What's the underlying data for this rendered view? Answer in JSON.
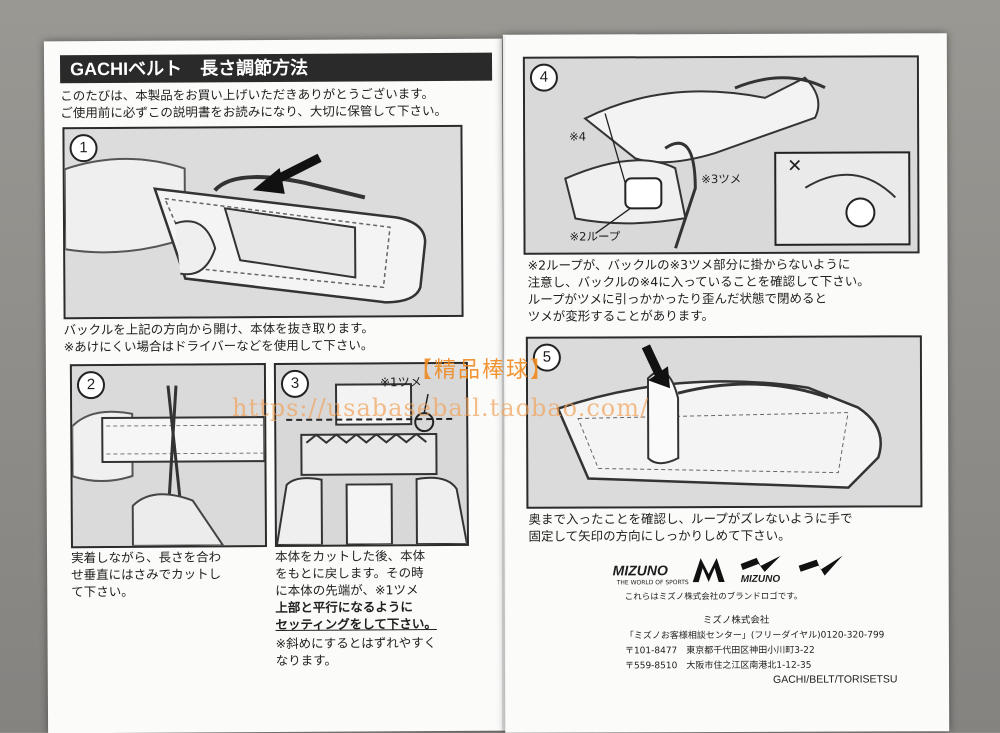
{
  "left_page": {
    "title_latin": "GACHI",
    "title_jp": "ベルト　長さ調節方法",
    "intro": [
      "このたびは、本製品をお買い上げいただきありがとうございます。",
      "ご使用前に必ずこの説明書をお読みになり、大切に保管して下さい。"
    ],
    "step1": {
      "num": "1",
      "lines": [
        "バックルを上記の方向から開け、本体を抜き取ります。",
        "※あけにくい場合はドライバーなどを使用して下さい。"
      ]
    },
    "step2": {
      "num": "2",
      "lines": [
        "実着しながら、長さを合わ",
        "せ垂直にはさみでカットし",
        "て下さい。"
      ]
    },
    "step3": {
      "num": "3",
      "callout": "※1ツメ",
      "lines": [
        "本体をカットした後、本体",
        "をもとに戻します。その時",
        "に本体の先端が、※1ツメ"
      ],
      "lines_bold": [
        "上部と平行になるように",
        "セッティングをして下さい。"
      ],
      "note": [
        "※斜めにするとはずれやすく",
        "なります。"
      ]
    }
  },
  "right_page": {
    "step4": {
      "num": "4",
      "label_4": "※4",
      "label_3": "※3ツメ",
      "label_2": "※2ループ",
      "bad_mark": "✕",
      "lines": [
        "※2ループが、バックルの※3ツメ部分に掛からないように",
        "注意し、バックルの※4に入っていることを確認して下さい。",
        "ループがツメに引っかかったり歪んだ状態で閉めると",
        "ツメが変形することがあります。"
      ]
    },
    "step5": {
      "num": "5",
      "lines": [
        "奥まで入ったことを確認し、ループがズレないように手で",
        "固定して矢印の方向にしっかりしめて下さい。"
      ]
    },
    "logos": {
      "mizuno_wordmark": "MIZUNO",
      "mizuno_tagline": "THE WORLD OF SPORTS",
      "mizuno_small": "MIZUNO"
    },
    "brand_note": "これらはミズノ株式会社のブランドロゴです。",
    "company": "ミズノ株式会社",
    "contact": [
      "「ミズノお客様相談センター」(フリーダイヤル)0120-320-799",
      "〒101-8477　東京都千代田区神田小川町3-22",
      "〒559-8510　大阪市住之江区南港北1-12-35"
    ],
    "doc_code": "GACHI/BELT/TORISETSU"
  },
  "watermark": {
    "shop": "【精品棒球】",
    "url": "https://usabaseball.taobao.com/"
  }
}
